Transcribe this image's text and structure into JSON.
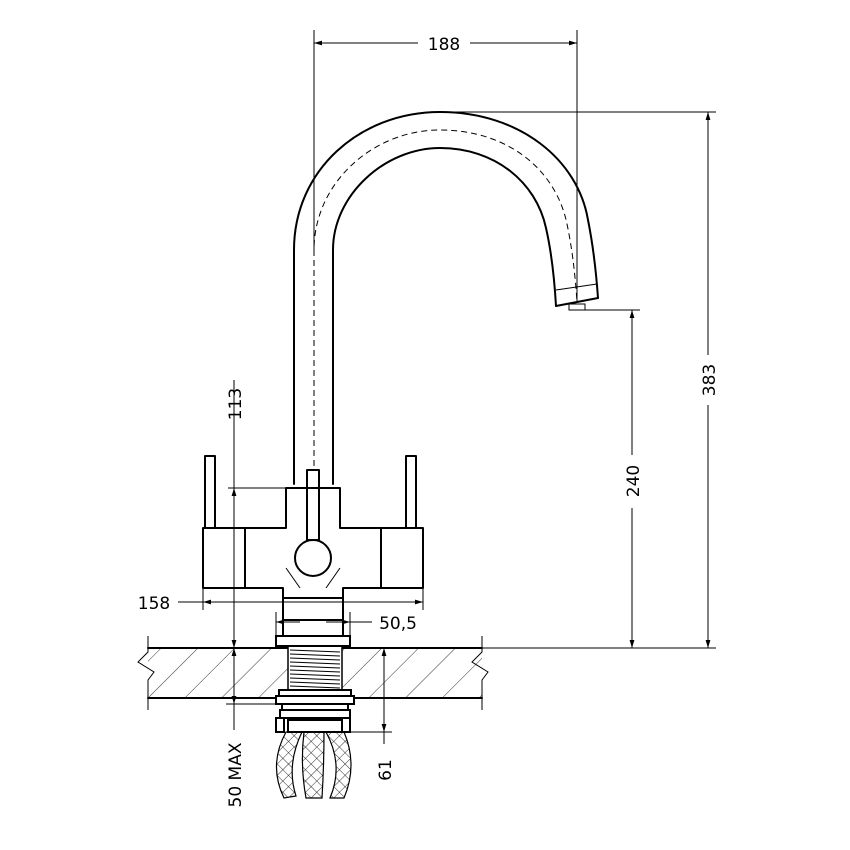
{
  "dimensions": {
    "spout_reach": "188",
    "total_height": "383",
    "outlet_height": "240",
    "handle_height": "113",
    "handle_span": "158",
    "base_width": "50,5",
    "max_thickness": "50 MAX",
    "shank_length": "61"
  }
}
